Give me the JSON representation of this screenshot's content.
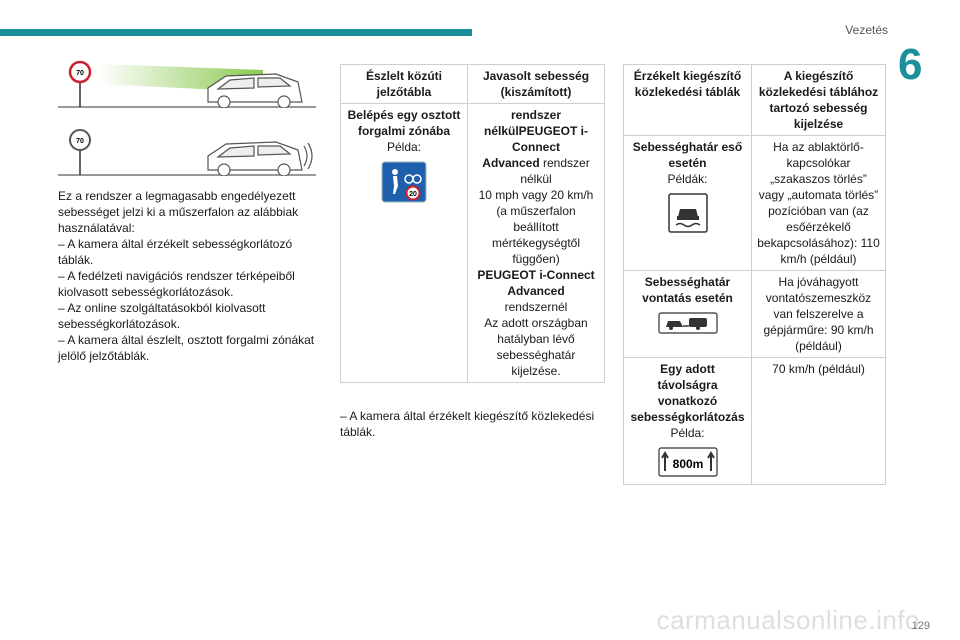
{
  "header": {
    "section_title": "Vezetés",
    "chapter_number": "6"
  },
  "page_number": "129",
  "illustrations": [
    {
      "sign_value": "70"
    },
    {
      "sign_value": "70"
    }
  ],
  "left_text": [
    "Ez a rendszer a legmagasabb engedélyezett sebességet jelzi ki a műszerfalon az alábbiak használatával:",
    "– A kamera által érzékelt sebességkorlátozó táblák.",
    "– A fedélzeti navigációs rendszer térképeiből kiolvasott sebességkorlátozások.",
    "– Az online szolgáltatásokból kiolvasott sebességkorlátozások.",
    "– A kamera által észlelt, osztott forgalmi zónákat jelölő jelzőtáblák."
  ],
  "table1": {
    "headers": [
      "Észlelt közúti jelzőtábla",
      "Javasolt sebesség (kiszámított)"
    ],
    "row1": {
      "title": "Belépés egy osztott forgalmi zónába",
      "example": "Példa:",
      "sign_speed": "20",
      "right_p1": "rendszer nélkülPEUGEOT i-Connect",
      "right_p2": "Advanced",
      "right_p3": "rendszer nélkül",
      "right_p4": "10 mph vagy 20 km/h (a műszerfalon beállított mértékegységtől függően)",
      "right_p5": "PEUGEOT i-Connect Advanced",
      "right_p6": "rendszernél",
      "right_p7": "Az adott országban hatályban lévő sebességhatár kijelzése."
    }
  },
  "note_below_table1": "– A kamera által érzékelt kiegészítő közlekedési táblák.",
  "table2": {
    "headers": [
      "Érzékelt kiegészítő közlekedési táblák",
      "A kiegészítő közlekedési táblához tartozó sebesség kijelzése"
    ],
    "rows": [
      {
        "title": "Sebességhatár eső esetén",
        "example": "Példák:",
        "value": "Ha az ablaktörlő-kapcsolókar „szakaszos törlés” vagy „automata törlés” pozícióban van (az esőérzékelő bekapcsolásához): 110 km/h (például)"
      },
      {
        "title": "Sebességhatár vontatás esetén",
        "example": "",
        "value": "Ha jóváhagyott vontatószemeszköz van felszerelve a gépjárműre: 90 km/h (például)"
      },
      {
        "title": "Egy adott távolságra vonatkozó sebességkorlátozás",
        "example": "Példa:",
        "sign_distance": "800m",
        "value": "70 km/h (például)"
      }
    ]
  },
  "watermark": "carmanualsonline.info",
  "colors": {
    "accent": "#1b8f9c",
    "sign_red": "#d0202a",
    "sign_blue": "#1f5fae",
    "beam_green": "#7ec23c"
  }
}
